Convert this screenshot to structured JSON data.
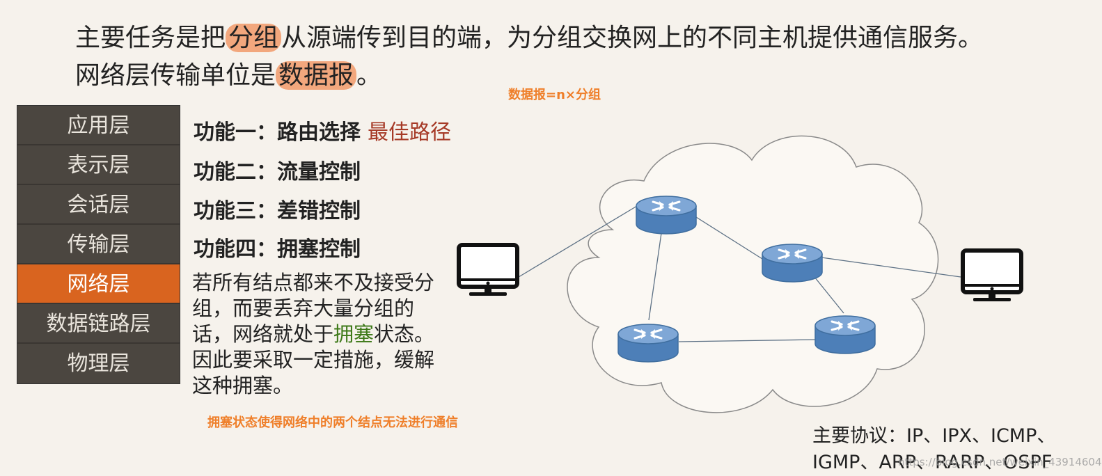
{
  "intro": {
    "line1_a": "主要任务是把",
    "line1_hl": "分组",
    "line1_b": "从源端传到目的端，为分组交换网上的不同主机提供通信服务。",
    "line2_a": "网络层传输单位是",
    "line2_hl": "数据报",
    "line2_b": "。"
  },
  "datagram_note": "数据报=n×分组",
  "layers": [
    "应用层",
    "表示层",
    "会话层",
    "传输层",
    "网络层",
    "数据链路层",
    "物理层"
  ],
  "active_layer": "网络层",
  "functions": [
    {
      "label": "功能一：路由选择",
      "sub": "最佳路径"
    },
    {
      "label": "功能二：流量控制",
      "sub": ""
    },
    {
      "label": "功能三：差错控制",
      "sub": ""
    },
    {
      "label": "功能四：拥塞控制",
      "sub": ""
    }
  ],
  "congestion_desc": {
    "before": "若所有结点都来不及接受分组，而要丢弃大量分组的话，网络就处于",
    "highlight": "拥塞",
    "after": "状态。因此要采取一定措施，缓解这种拥塞。"
  },
  "congestion_note": "拥塞状态使得网络中的两个结点无法进行通信",
  "protocols": {
    "line1": "主要协议：IP、IPX、ICMP、",
    "line2": "IGMP、ARP、RARP、OSPF"
  },
  "watermark": "https://blog.csdn.net/weixin_43914604",
  "colors": {
    "highlight": "#f2a77d",
    "active_layer": "#d9641f",
    "layer_bg": "#4b4640",
    "note_orange": "#ef7f2a",
    "router_blue": "#5f8fc6"
  },
  "icons": {
    "hosts": [
      "monitor-icon",
      "monitor-icon"
    ],
    "routers": [
      "router-icon",
      "router-icon",
      "router-icon",
      "router-icon"
    ]
  }
}
